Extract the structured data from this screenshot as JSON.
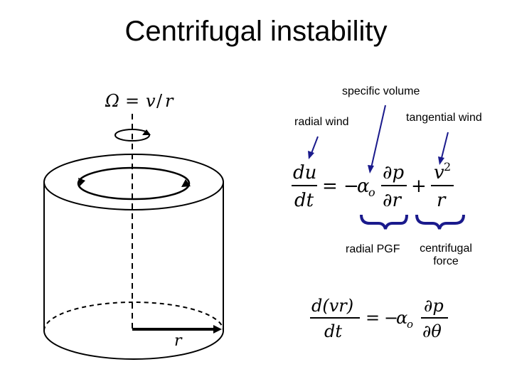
{
  "title": "Centrifugal instability",
  "labels": {
    "specific_volume": "specific volume",
    "radial_wind": "radial wind",
    "tangential_wind": "tangential wind",
    "radial_pgf": "radial PGF",
    "centrifugal_line1": "centrifugal",
    "centrifugal_line2": "force"
  },
  "diagram": {
    "omega_eq": {
      "lhs": "Ω",
      "eq": "=",
      "v": "v",
      "slash": "/",
      "r": "r"
    },
    "radius_label": "r"
  },
  "equation1": {
    "du": "du",
    "dt": "dt",
    "eq": "=",
    "minus": "−",
    "alpha": "α",
    "alpha_sub": "o",
    "dp": "∂p",
    "dr": "∂r",
    "plus": "+",
    "v": "v",
    "v_sup": "2",
    "r": "r"
  },
  "equation2": {
    "dvr": "d(vr)",
    "dt": "dt",
    "eq": "=",
    "minus": "−",
    "alpha": "α",
    "alpha_sub": "o",
    "dp": "∂p",
    "dtheta": "∂θ"
  },
  "colors": {
    "arrow": "#1a1a8c",
    "brace": "#1a1a8c",
    "line": "#000000"
  }
}
